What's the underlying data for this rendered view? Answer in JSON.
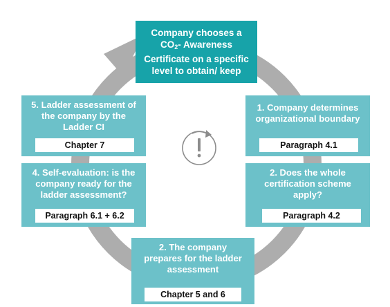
{
  "colors": {
    "accent": "#17a3a9",
    "box": "#6cc1c9",
    "ring": "#adadad",
    "label_bg": "#ffffff"
  },
  "start": {
    "line1_prefix": "Company chooses a CO",
    "line1_sub": "2",
    "line1_suffix": "-",
    "rest": "Awareness Certificate on a specific level to obtain/ keep"
  },
  "steps": [
    {
      "title": "1. Company determines organizational boundary",
      "ref": "Paragraph 4.1"
    },
    {
      "title": "2. Does the whole certification scheme apply?",
      "ref": "Paragraph 4.2"
    },
    {
      "title": "2. The company prepares for the ladder assessment",
      "ref": "Chapter 5 and 6"
    },
    {
      "title": "4. Self-evaluation: is the company ready for the ladder assessment?",
      "ref": "Paragraph 6.1 + 6.2"
    },
    {
      "title": "5. Ladder assessment of the company by the Ladder CI",
      "ref": "Chapter 7"
    }
  ],
  "center_icon": "exclamation-cycle-icon"
}
